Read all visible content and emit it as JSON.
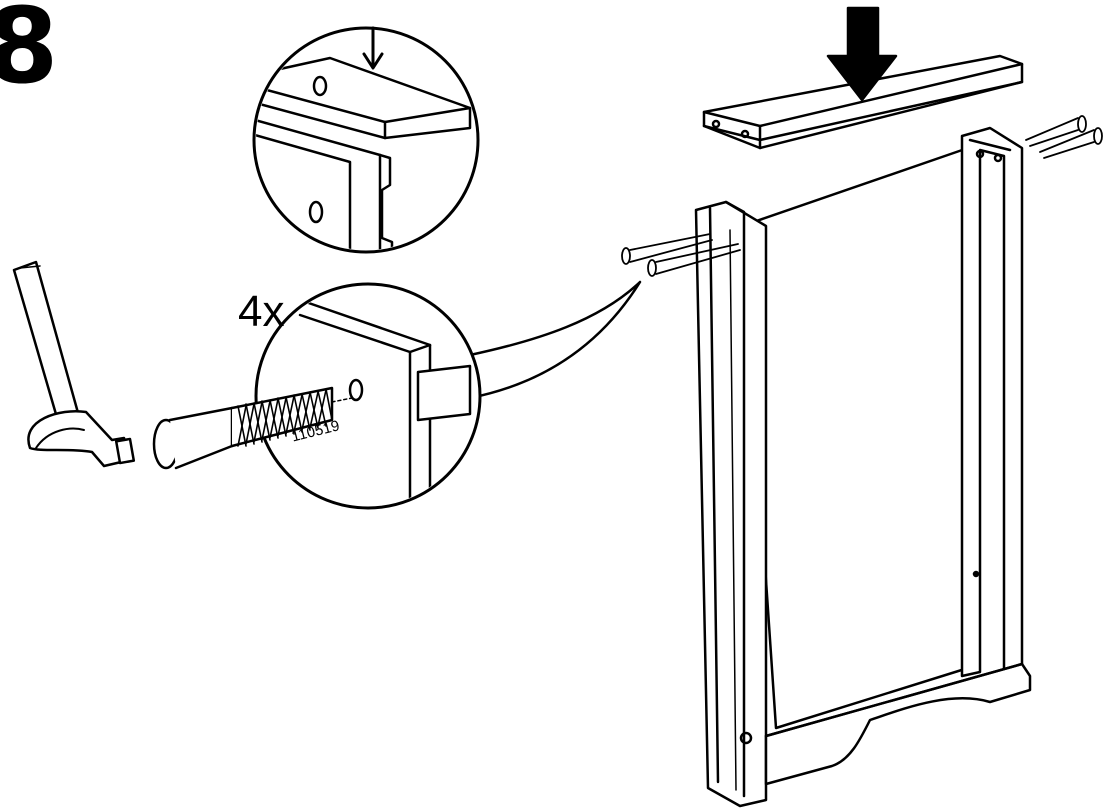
{
  "step": {
    "number": "8"
  },
  "callout": {
    "quantity": "4x",
    "part_number": "110519"
  },
  "colors": {
    "line": "#000000",
    "fill": "#ffffff",
    "panel": "#ffffff"
  },
  "icons": [
    "hammer-icon",
    "down-arrow-icon",
    "dowel-icon",
    "panel-icon"
  ]
}
